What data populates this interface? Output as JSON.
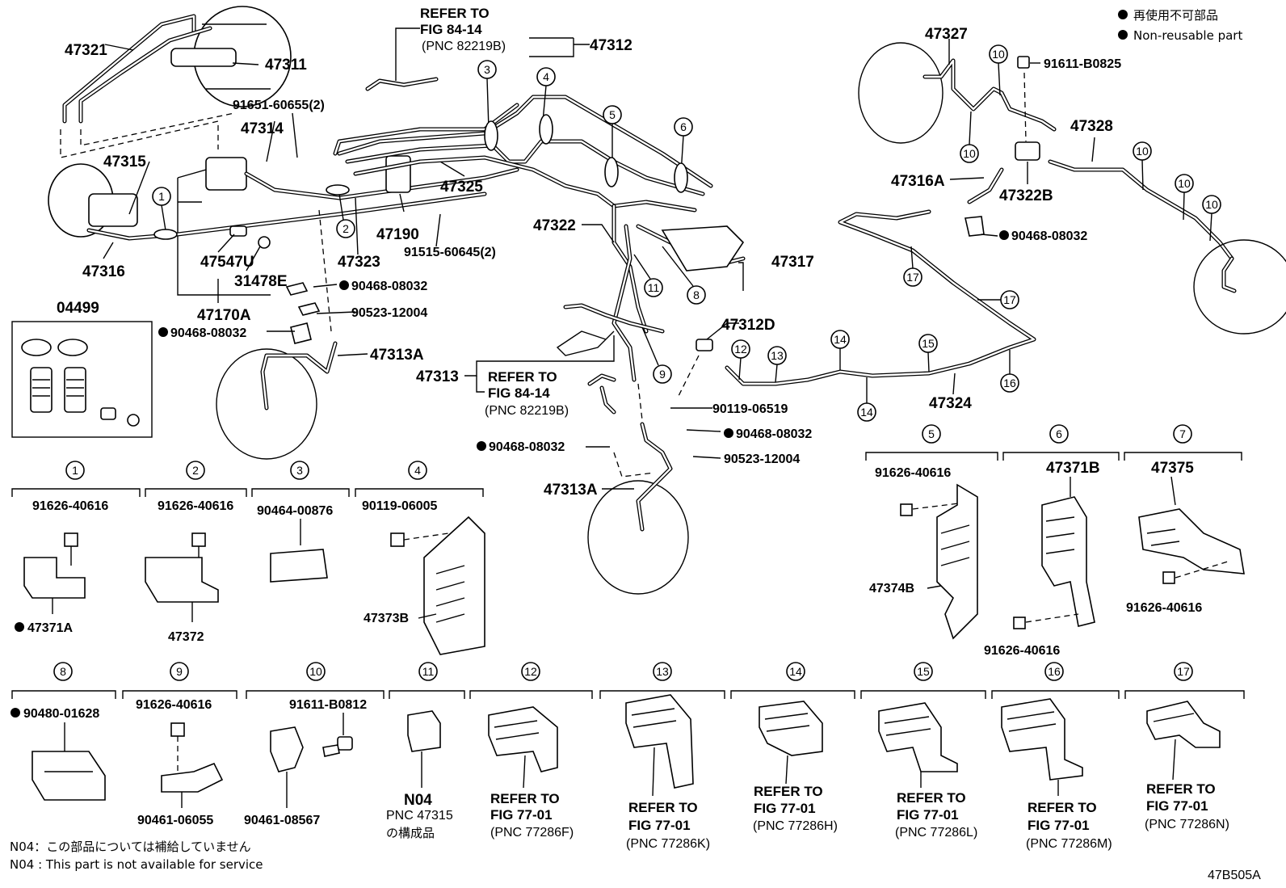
{
  "legend": {
    "jp": "再使用不可部品",
    "en": "Non-reusable part"
  },
  "figure_code": "47B505A",
  "notes": {
    "jp": "N04：この部品については補給していません",
    "en": "N04 : This part is not available for service"
  },
  "main_labels": {
    "p47321": "47321",
    "p47311": "47311",
    "p47312": "47312",
    "refer_top": "REFER TO",
    "fig_top": "FIG 84-14",
    "pnc_top": "(PNC 82219B)",
    "p91651": "91651-60655(2)",
    "p47314": "47314",
    "p47315": "47315",
    "p47316": "47316",
    "p47325": "47325",
    "p47190": "47190",
    "p91515": "91515-60645(2)",
    "p47323": "47323",
    "p47547U": "47547U",
    "p31478E": "31478E",
    "p47170A": "47170A",
    "p90468_a": "90468-08032",
    "p90523_a": "90523-12004",
    "p90468_b": "90468-08032",
    "p47313A_a": "47313A",
    "p04499": "04499",
    "p47322": "47322",
    "p47317": "47317",
    "p47312D": "47312D",
    "p47313": "47313",
    "refer_mid": "REFER TO",
    "fig_mid": "FIG 84-14",
    "pnc_mid": "(PNC 82219B)",
    "p90119_a": "90119-06519",
    "p90468_c": "90468-08032",
    "p90523_b": "90523-12004",
    "p90468_d": "90468-08032",
    "p47313A_b": "47313A",
    "p47327": "47327",
    "p91611_a": "91611-B0825",
    "p47328": "47328",
    "p47316A": "47316A",
    "p47322B": "47322B",
    "p90468_e": "90468-08032",
    "p47324": "47324"
  },
  "callouts": [
    "1",
    "2",
    "3",
    "4",
    "5",
    "6",
    "7",
    "8",
    "9",
    "10",
    "11",
    "12",
    "13",
    "14",
    "15",
    "16",
    "17"
  ],
  "detail_labels": {
    "d1_top": "91626-40616",
    "d1_bot": "47371A",
    "d2_top": "91626-40616",
    "d2_bot": "47372",
    "d3_top": "90464-00876",
    "d4_top": "90119-06005",
    "d4_bot": "47373B",
    "d5_top": "91626-40616",
    "d5_bot": "47374B",
    "d6_top": "47371B",
    "d6_bot": "91626-40616",
    "d7_top": "47375",
    "d7_bot": "91626-40616",
    "d8_top": "90480-01628",
    "d9_top": "91626-40616",
    "d9_bot": "90461-06055",
    "d10_top": "91611-B0812",
    "d10_bot": "90461-08567",
    "d11_code": "N04",
    "d11_pnc": "PNC 47315",
    "d11_suffix": "の構成品",
    "refer": "REFER TO",
    "fig": "FIG 77-01",
    "d12_pnc": "(PNC 77286F)",
    "d13_pnc": "(PNC 77286K)",
    "d14_pnc": "(PNC 77286H)",
    "d15_pnc": "(PNC 77286L)",
    "d16_pnc": "(PNC 77286M)",
    "d17_pnc": "(PNC 77286N)"
  }
}
